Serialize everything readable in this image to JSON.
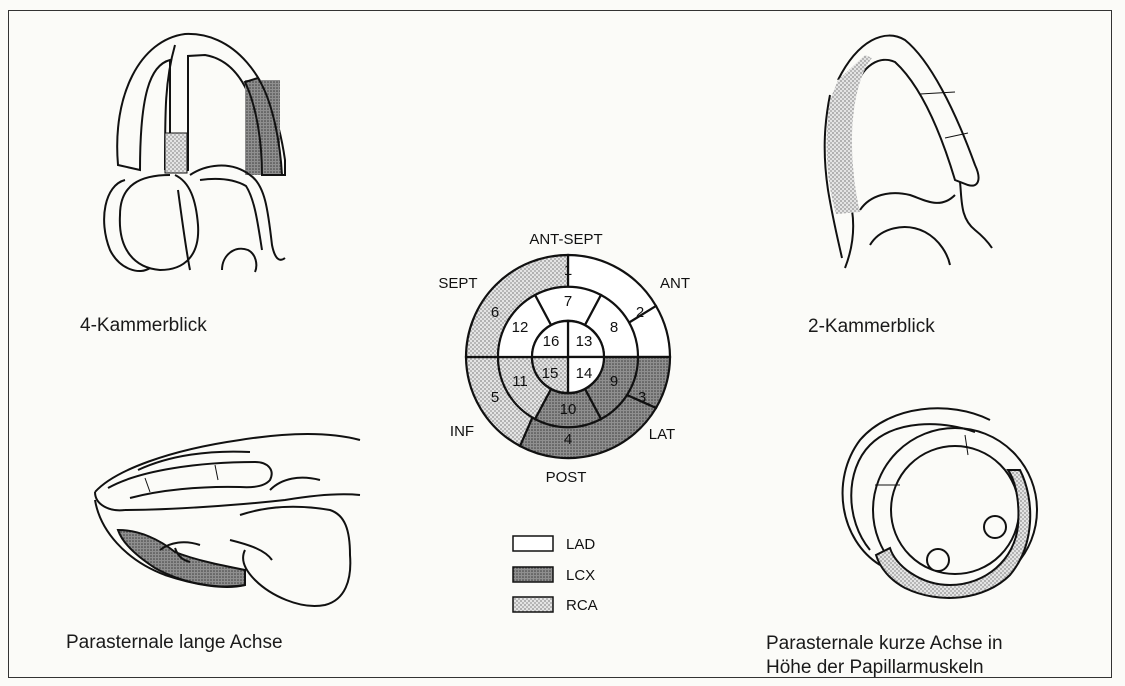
{
  "views": {
    "four_chamber": "4-Kammerblick",
    "two_chamber": "2-Kammerblick",
    "long_axis": "Parasternale lange Achse",
    "short_axis_line1": "Parasternale kurze Achse in",
    "short_axis_line2": "Höhe der Papillarmuskeln"
  },
  "bullseye": {
    "directions": {
      "top": "ANT-SEPT",
      "top_right": "ANT",
      "top_left": "SEPT",
      "bottom_left": "INF",
      "bottom_right": "LAT",
      "bottom": "POST"
    },
    "segments": [
      "1",
      "2",
      "3",
      "4",
      "5",
      "6",
      "7",
      "8",
      "9",
      "10",
      "11",
      "12",
      "13",
      "14",
      "15",
      "16"
    ],
    "territories": {
      "LAD": [
        "1",
        "2",
        "7",
        "8",
        "12",
        "13",
        "14",
        "16"
      ],
      "LCX": [
        "3",
        "4",
        "9",
        "10"
      ],
      "RCA": [
        "5",
        "6",
        "11",
        "15"
      ]
    }
  },
  "legend": [
    {
      "key": "LAD",
      "label": "LAD",
      "fill": "#ffffff"
    },
    {
      "key": "LCX",
      "label": "LCX",
      "fill": "#8a8a8a"
    },
    {
      "key": "RCA",
      "label": "RCA",
      "fill": "#cfcfcf"
    }
  ]
}
